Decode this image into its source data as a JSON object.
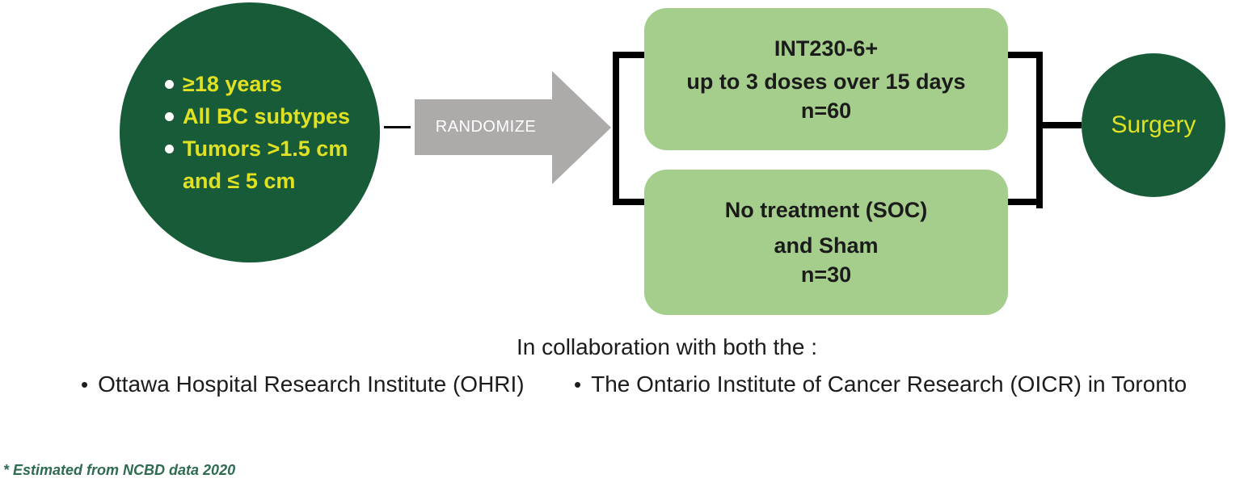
{
  "diagram": {
    "eligibility_circle": {
      "criteria": [
        [
          "≥18 years"
        ],
        [
          "All BC subtypes"
        ],
        [
          "Tumors >1.5 cm",
          "and ≤ 5 cm"
        ]
      ]
    },
    "randomize_arrow": {
      "label": "RANDOMIZE"
    },
    "arms": [
      {
        "lines": [
          "INT230-6+",
          "up to 3 doses over 15 days",
          "n=60"
        ]
      },
      {
        "lines": [
          "No treatment (SOC)",
          "and Sham",
          "n=30"
        ]
      }
    ],
    "surgery_circle": {
      "label": "Surgery"
    }
  },
  "collaboration": {
    "intro": "In collaboration with both the :",
    "bullet": "•",
    "partners": [
      "Ottawa Hospital Research Institute (OHRI)",
      "The Ontario Institute of Cancer Research (OICR) in Toronto"
    ]
  },
  "footnote": "* Estimated from NCBD data 2020",
  "colors": {
    "dark_green": "#175B39",
    "light_green": "#A5CE8C",
    "accent_yellow": "#E0E122",
    "arrow_gray": "#ADAAAA",
    "bracket_black": "#000000",
    "footnote_green": "#2E6B51"
  }
}
